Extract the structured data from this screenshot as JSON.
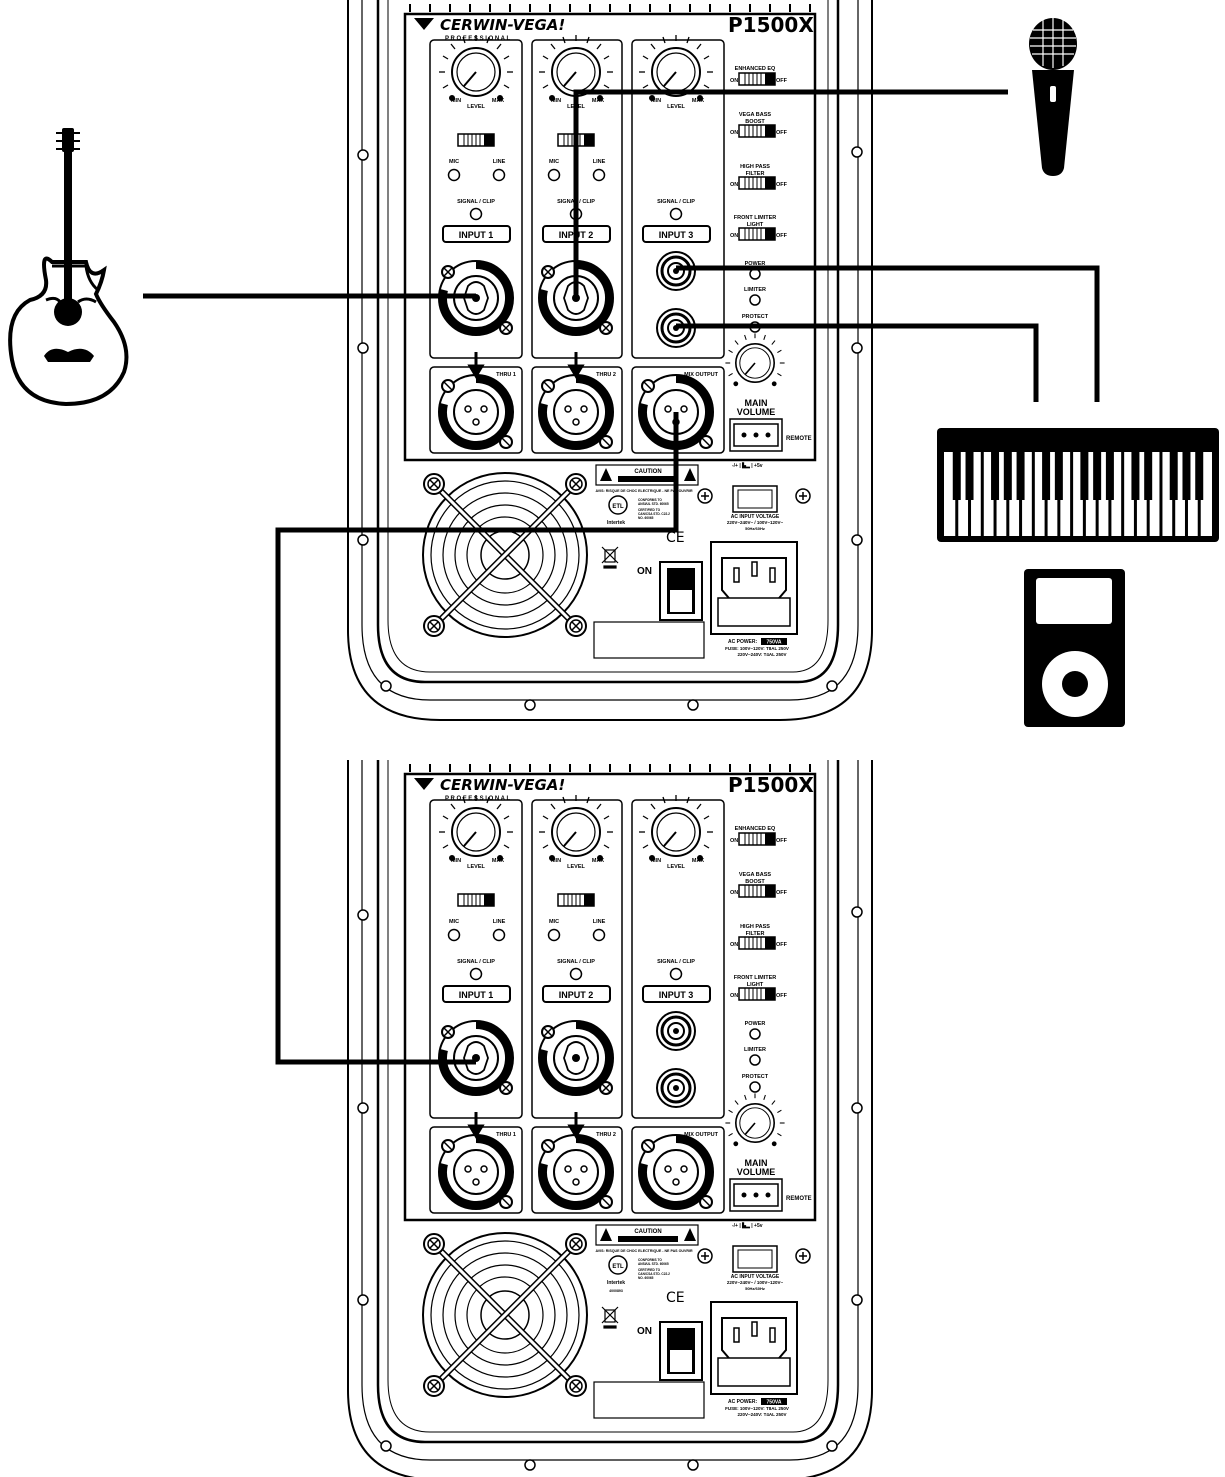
{
  "amplifier": {
    "brand": "CERWIN-VEGA!",
    "brand_sub": "P R O F E S S I O N A L",
    "model": "P1500X",
    "level_label": "LEVEL",
    "min_label": "MIN",
    "max_label": "MAX",
    "mic_label": "MIC",
    "line_label": "LINE",
    "signal_clip_label": "SIGNAL / CLIP",
    "inputs": [
      "INPUT 1",
      "INPUT 2",
      "INPUT 3"
    ],
    "thru": [
      "THRU 1",
      "THRU 2"
    ],
    "mix_output": "MIX OUTPUT",
    "switches": [
      {
        "lines": [
          "ENHANCED EQ"
        ]
      },
      {
        "lines": [
          "VEGA BASS",
          "BOOST"
        ]
      },
      {
        "lines": [
          "HIGH PASS",
          "FILTER"
        ]
      },
      {
        "lines": [
          "FRONT LIMITER",
          "LIGHT"
        ]
      }
    ],
    "on_label": "ON",
    "off_label": "OFF",
    "indicators": [
      "POWER",
      "LIMITER",
      "PROTECT"
    ],
    "main_volume": [
      "MAIN",
      "VOLUME"
    ],
    "remote_label": "REMOTE",
    "remote_pins": "-/+ | ▙▂ | +5v",
    "caution": "CAUTION",
    "caution_sub": "AVIS: RISQUE DE CHOC ELECTRIQUE - NE PAS OUVRIR",
    "etl": "ETL",
    "intertek": "Intertek",
    "intertek_code": "4000893",
    "conformity": [
      "CONFORMS TO",
      "ANSI/UL STD. 60065",
      "CERTIFIED TO",
      "CAN/CSA STD. C22.2",
      "NO. 60065"
    ],
    "ce": "CE",
    "power_on": "ON",
    "ac_voltage_label": "AC INPUT VOLTAGE",
    "ac_voltage_value": "220V~240V~ / 100V~120V~",
    "ac_freq": "50Hz/60Hz",
    "ac_power": "AC POWER:",
    "ac_power_value": "750VA",
    "fuse_lines": [
      "FUSE: 100V~120V: T8AL 250V",
      "220V~240V: T4AL 250V"
    ]
  }
}
